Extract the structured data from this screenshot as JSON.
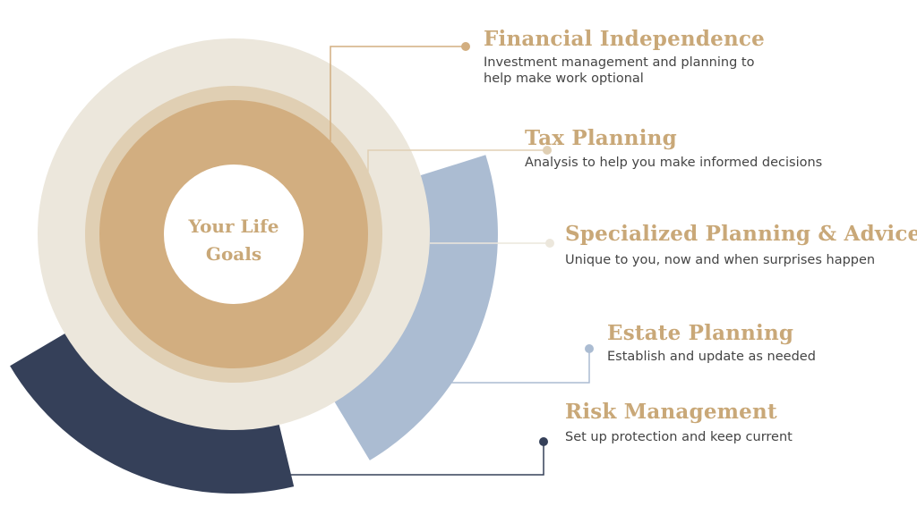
{
  "center": {
    "line1": "Your Life",
    "line2": "Goals"
  },
  "items": [
    {
      "title": "Financial Independence",
      "desc_line1": "Investment management and planning to",
      "desc_line2": "help make work optional",
      "color": "#d2ae80"
    },
    {
      "title": "Tax Planning",
      "desc_line1": "Analysis to help you make informed decisions",
      "color": "#e0cfb3"
    },
    {
      "title": "Specialized Planning & Advice",
      "desc_line1": "Unique to you, now and when surprises happen",
      "color": "#ece7dc"
    },
    {
      "title": "Estate Planning",
      "desc_line1": "Establish and update as needed",
      "color": "#abbcd2"
    },
    {
      "title": "Risk  Management",
      "desc_line1": "Set up protection and keep current",
      "color": "#354059"
    }
  ],
  "colors": {
    "title": "#c9a878",
    "text": "#444444",
    "cream": "#ece7dc",
    "ring": "#e0cfb3",
    "gold": "#d2ae80",
    "blue": "#abbcd2",
    "navy": "#354059"
  }
}
